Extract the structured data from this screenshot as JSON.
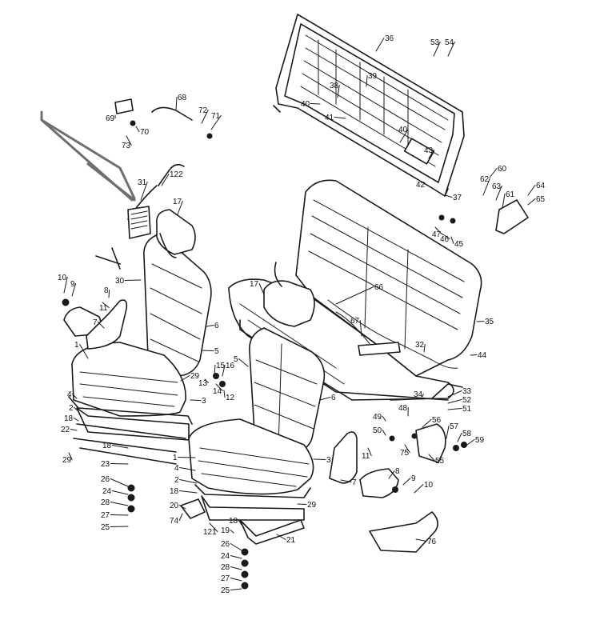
{
  "callouts": [
    "1",
    "2",
    "3",
    "4",
    "5",
    "6",
    "7",
    "8",
    "9",
    "10",
    "11",
    "12",
    "13",
    "14",
    "15",
    "16",
    "17",
    "18",
    "19",
    "20",
    "21",
    "22",
    "23",
    "24",
    "25",
    "26",
    "27",
    "28",
    "29",
    "30",
    "31",
    "32",
    "33",
    "34",
    "35",
    "36",
    "37",
    "38",
    "39",
    "40",
    "41",
    "42",
    "43",
    "44",
    "45",
    "46",
    "47",
    "48",
    "49",
    "50",
    "51",
    "52",
    "53",
    "54",
    "55",
    "56",
    "57",
    "58",
    "59",
    "60",
    "61",
    "62",
    "63",
    "64",
    "65",
    "66",
    "67",
    "68",
    "69",
    "70",
    "71",
    "72",
    "73",
    "74",
    "75",
    "76",
    "121",
    "122"
  ],
  "colors": {
    "line": "#1a1a1a",
    "pointer": "#6e6e6e",
    "background": "#ffffff"
  }
}
